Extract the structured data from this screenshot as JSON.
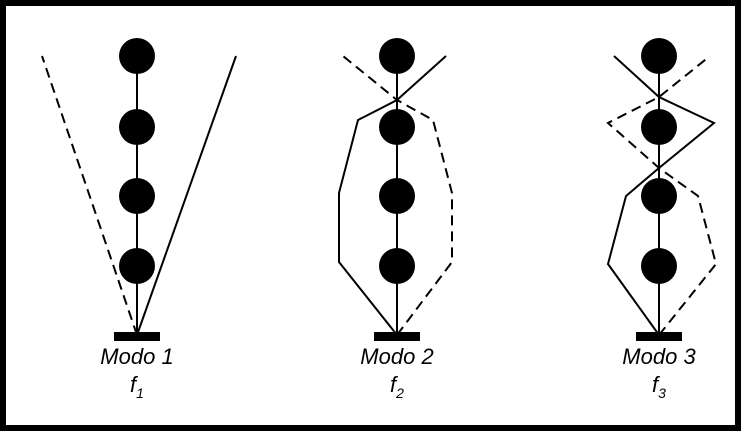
{
  "figure": {
    "colors": {
      "ink": "#000000",
      "background": "#ffffff"
    },
    "modes": [
      {
        "id": "mode-1",
        "label": "Modo 1",
        "freq_symbol": "f",
        "freq_sub": "1",
        "mass_count": 4
      },
      {
        "id": "mode-2",
        "label": "Modo 2",
        "freq_symbol": "f",
        "freq_sub": "2",
        "mass_count": 4
      },
      {
        "id": "mode-3",
        "label": "Modo 3",
        "freq_symbol": "f",
        "freq_sub": "3",
        "mass_count": 4
      }
    ]
  }
}
